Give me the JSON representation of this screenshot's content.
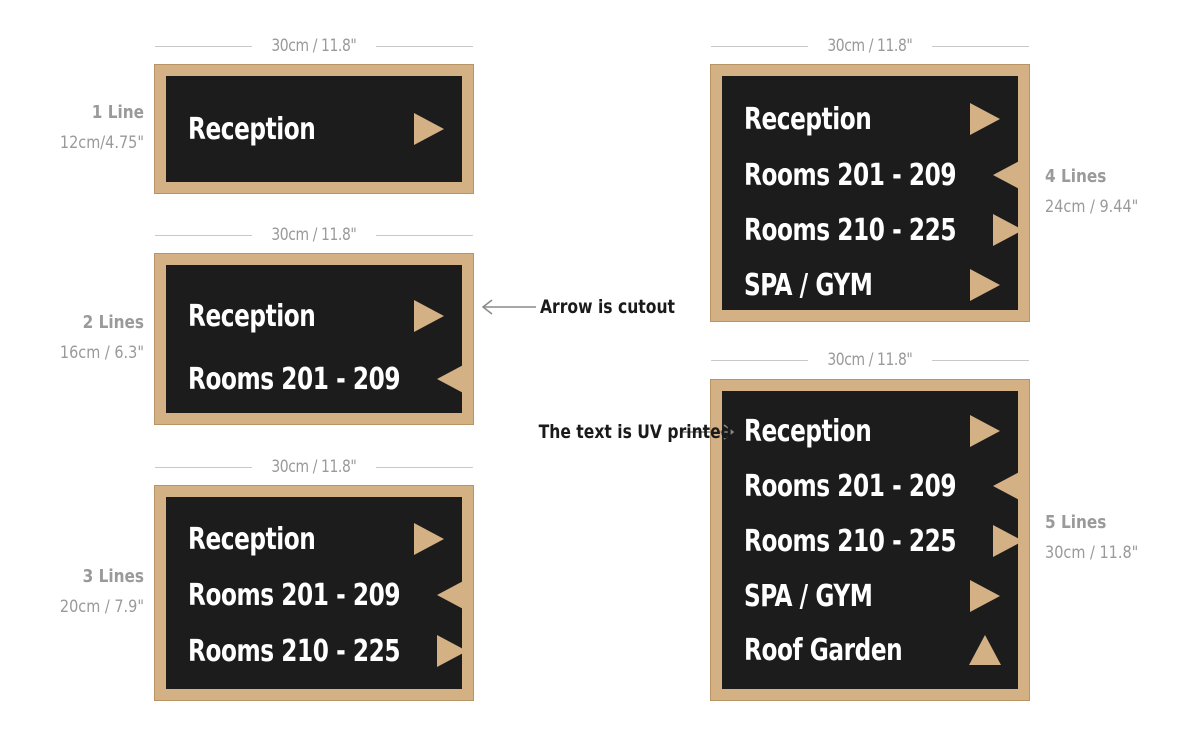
{
  "colors": {
    "frame": "#d4b185",
    "board": "#1c1c1c",
    "text": "#ffffff",
    "arrow": "#d4b185",
    "dim": "#9a9a9a"
  },
  "dimension_label": "30cm / 11.8\"",
  "signs": [
    {
      "lines_label": "1 Line",
      "height_label": "12cm/4.75\"",
      "rows": [
        {
          "label": "Reception",
          "arrow": "right"
        }
      ]
    },
    {
      "lines_label": "2 Lines",
      "height_label": "16cm / 6.3\"",
      "rows": [
        {
          "label": "Reception",
          "arrow": "right"
        },
        {
          "label": "Rooms 201 - 209",
          "arrow": "left"
        }
      ]
    },
    {
      "lines_label": "3 Lines",
      "height_label": "20cm / 7.9\"",
      "rows": [
        {
          "label": "Reception",
          "arrow": "right"
        },
        {
          "label": "Rooms 201 - 209",
          "arrow": "left"
        },
        {
          "label": "Rooms 210 - 225",
          "arrow": "right"
        }
      ]
    },
    {
      "lines_label": "4 Lines",
      "height_label": "24cm / 9.44\"",
      "rows": [
        {
          "label": "Reception",
          "arrow": "right"
        },
        {
          "label": "Rooms 201 - 209",
          "arrow": "left"
        },
        {
          "label": "Rooms 210 - 225",
          "arrow": "right"
        },
        {
          "label": "SPA / GYM",
          "arrow": "right"
        }
      ]
    },
    {
      "lines_label": "5 Lines",
      "height_label": "30cm / 11.8\"",
      "rows": [
        {
          "label": "Reception",
          "arrow": "right"
        },
        {
          "label": "Rooms 201 - 209",
          "arrow": "left"
        },
        {
          "label": "Rooms 210 - 225",
          "arrow": "right"
        },
        {
          "label": "SPA / GYM",
          "arrow": "right"
        },
        {
          "label": "Roof Garden",
          "arrow": "up"
        }
      ]
    }
  ],
  "callouts": {
    "arrow_cutout": "Arrow is cutout",
    "uv_printed": "The text is UV printed"
  }
}
